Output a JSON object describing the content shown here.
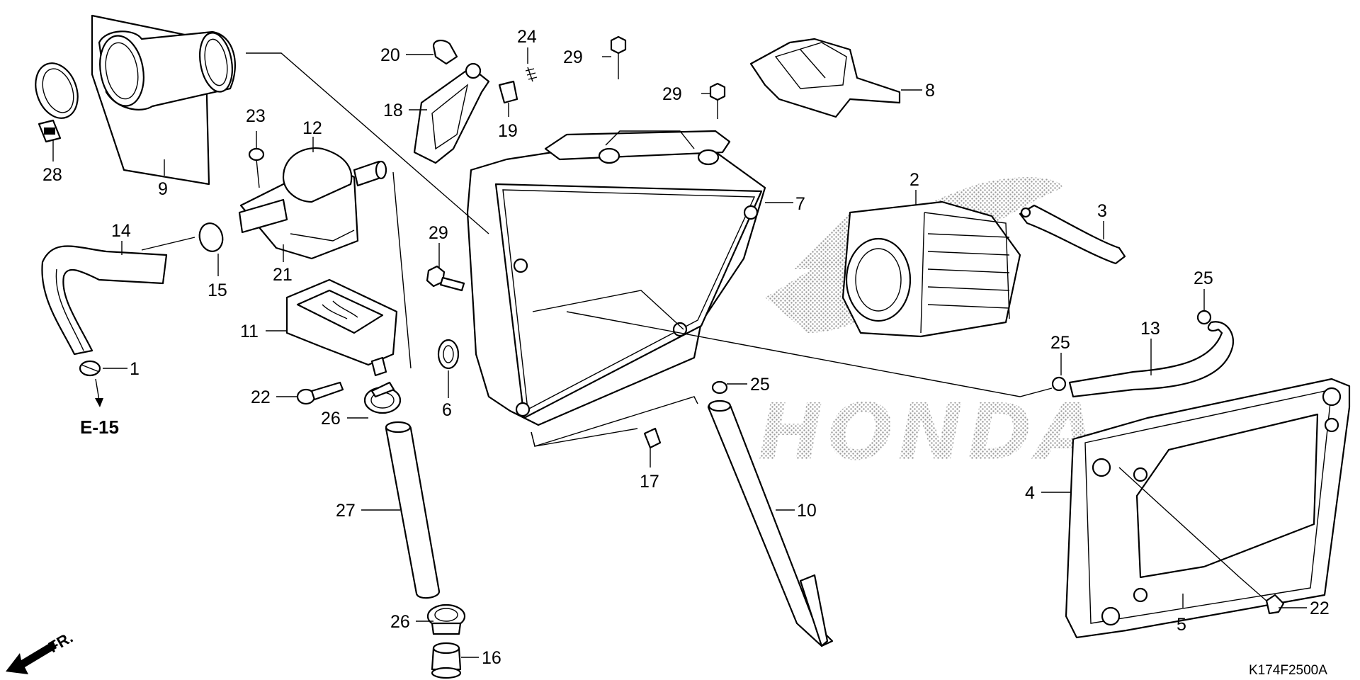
{
  "diagram": {
    "drawing_code": "K174F2500A",
    "cross_reference": "E-15",
    "front_indicator": "FR.",
    "watermark_text": "HONDA",
    "colors": {
      "line": "#000000",
      "background": "#ffffff",
      "watermark_dots": "#9a9a9a"
    },
    "callouts": {
      "c1": "1",
      "c2": "2",
      "c3": "3",
      "c4": "4",
      "c5": "5",
      "c6": "6",
      "c7": "7",
      "c8": "8",
      "c9": "9",
      "c10": "10",
      "c11": "11",
      "c12": "12",
      "c13": "13",
      "c14": "14",
      "c15": "15",
      "c16": "16",
      "c17": "17",
      "c18": "18",
      "c19": "19",
      "c20": "20",
      "c21": "21",
      "c22": "22",
      "c23": "23",
      "c24": "24",
      "c25": "25",
      "c26": "26",
      "c27": "27",
      "c28": "28",
      "c29": "29"
    }
  }
}
